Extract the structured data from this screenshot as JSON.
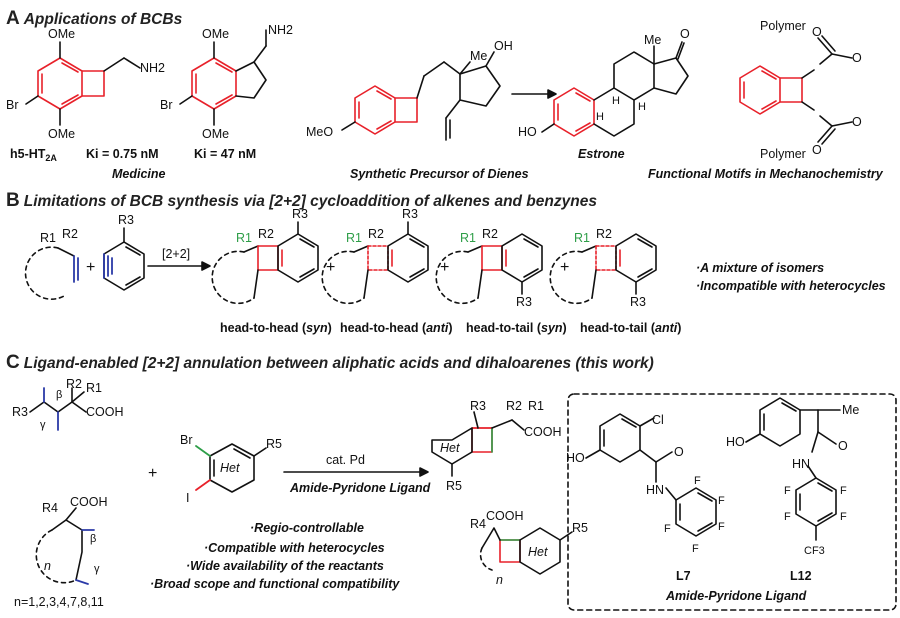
{
  "sectionA": {
    "letter": "A",
    "title": "Applications of BCBs",
    "caption_medicine": "Medicine",
    "caption_precursor": "Synthetic Precursor of Dienes",
    "caption_estrone": "Estrone",
    "caption_mechano": "Functional Motifs in Mechanochemistry",
    "h5_label": "h5-HT",
    "h5_sub": "2A",
    "ki1": "Ki = 0.75 nM",
    "ki2": "Ki = 47 nM",
    "atoms": {
      "ome": "OMe",
      "br": "Br",
      "nh2": "NH2",
      "meo": "MeO",
      "me": "Me",
      "oh": "OH",
      "ho": "HO",
      "o": "O",
      "h": "H",
      "polymer": "Polymer"
    }
  },
  "sectionB": {
    "letter": "B",
    "title": "Limitations of BCB synthesis via [2+2] cycloaddition of alkenes and benzynes",
    "reaction": "[2+2]",
    "plus": "+",
    "products": [
      {
        "prefix": "head-to-head (",
        "isomer": "syn",
        "suffix": ")"
      },
      {
        "prefix": "head-to-head (",
        "isomer": "anti",
        "suffix": ")"
      },
      {
        "prefix": "head-to-tail (",
        "isomer": "syn",
        "suffix": ")"
      },
      {
        "prefix": "head-to-tail (",
        "isomer": "anti",
        "suffix": ")"
      }
    ],
    "notes": [
      "·A mixture of isomers",
      "·Incompatible with heterocycles"
    ],
    "atoms": {
      "r1": "R1",
      "r2": "R2",
      "r3": "R3"
    }
  },
  "sectionC": {
    "letter": "C",
    "title": "Ligand-enabled [2+2] annulation between aliphatic acids and dihaloarenes (this work)",
    "catalyst": "cat. Pd",
    "ligand_label": "Amide-Pyridone Ligand",
    "n_values": "n=1,2,3,4,7,8,11",
    "features": [
      "·Regio-controllable",
      "·Compatible with heterocycles",
      "·Wide availability of the reactants",
      "·Broad scope and functional compatibility"
    ],
    "ligands": [
      {
        "name": "L7"
      },
      {
        "name": "L12"
      }
    ],
    "box_caption": "Amide-Pyridone Ligand",
    "atoms": {
      "cooh": "COOH",
      "het": "Het",
      "r4": "R4",
      "r5": "R5",
      "br": "Br",
      "i": "I",
      "cl": "Cl",
      "f": "F",
      "cf3": "CF3",
      "nh": "HN",
      "gamma": "γ",
      "beta": "β",
      "n": "n",
      "ho": "HO",
      "o": "O",
      "me": "Me"
    }
  },
  "colors": {
    "bcb_red": "#e8212a",
    "alkene_blue": "#2b3aa8",
    "r1_green": "#2e9e48",
    "text": "#111111"
  }
}
